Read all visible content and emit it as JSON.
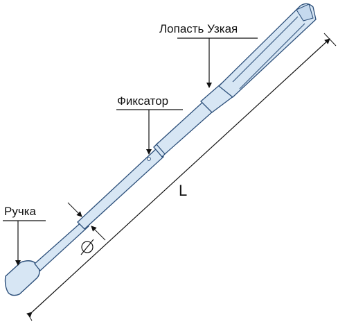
{
  "labels": {
    "blade": "Лопасть Узкая",
    "lock": "Фиксатор",
    "handle": "Ручка",
    "length": "L"
  },
  "colors": {
    "fill": "#d7e6f4",
    "stroke": "#2c4f7a",
    "line": "#111111"
  }
}
